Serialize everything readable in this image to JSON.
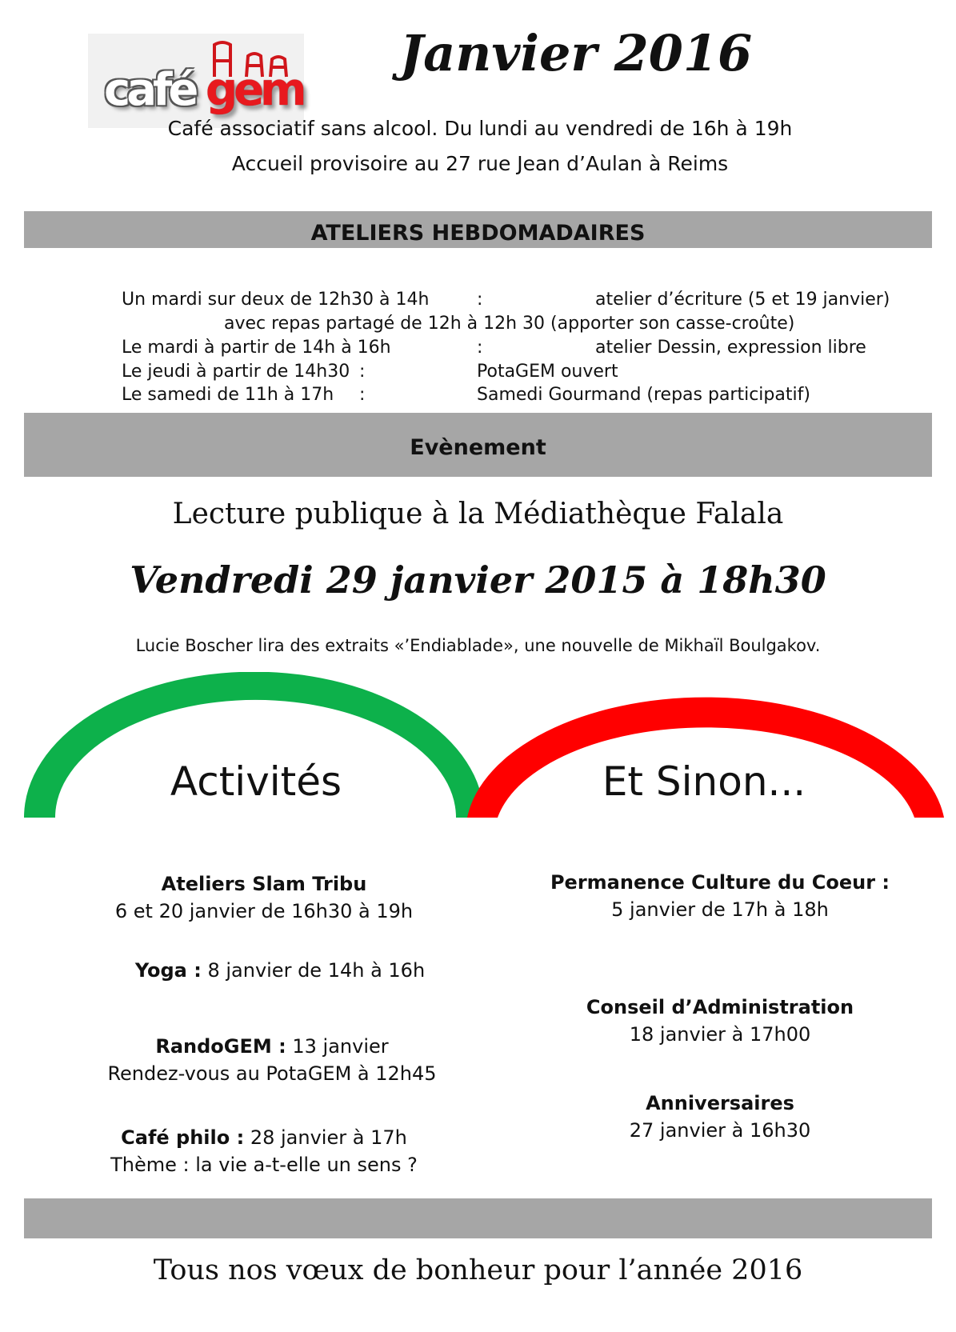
{
  "logo": {
    "cafe": "café",
    "gem": "gem"
  },
  "title": "Janvier 2016",
  "intro": {
    "line1": "Café associatif sans alcool. Du lundi au vendredi de 16h à 19h",
    "line2": "Accueil provisoire au 27 rue Jean d’Aulan à Reims"
  },
  "ateliers": {
    "heading": "ATELIERS HEBDOMADAIRES",
    "rows": [
      {
        "when": "Un mardi sur deux de 12h30 à 14h",
        "sep": ":",
        "what": "atelier d’écriture (5 et 19 janvier)"
      },
      {
        "sub": "avec repas partagé de 12h à 12h 30 (apporter son casse-croûte)"
      },
      {
        "when": "Le mardi à partir de 14h à 16h",
        "sep": ":",
        "what": "atelier Dessin, expression libre"
      },
      {
        "when": "Le jeudi à partir de 14h30",
        "sep": ":",
        "what": "PotaGEM ouvert"
      },
      {
        "when": "Le samedi de 11h à 17h",
        "sep": ":",
        "what": "Samedi Gourmand (repas participatif)"
      }
    ]
  },
  "evenement": {
    "heading": "Evènement",
    "lecture": "Lecture publique à la Médiathèque Falala",
    "date": "Vendredi 29 janvier 2015 à 18h30",
    "desc": "Lucie Boscher lira des extraits «’Endiablade», une nouvelle de Mikhaïl Boulgakov."
  },
  "arches": {
    "left_label": "Activités",
    "right_label": "Et Sinon...",
    "left_color": "#0db14b",
    "right_color": "#ff0000"
  },
  "activites": {
    "slam_title": "Ateliers Slam Tribu",
    "slam_date": "6 et 20 janvier de 16h30 à 19h",
    "yoga_label": "Yoga :",
    "yoga_date": "8 janvier de 14h à 16h",
    "rando_label": "RandoGEM :",
    "rando_date": "13 janvier",
    "rando_detail": "Rendez-vous au PotaGEM à 12h45",
    "philo_label": "Café philo :",
    "philo_date": "28 janvier à 17h",
    "philo_theme": "Thème : la vie a-t-elle un sens ?"
  },
  "sinon": {
    "perm_title": "Permanence Culture du Coeur :",
    "perm_date": "5 janvier de 17h à 18h",
    "ca_title": "Conseil d’Administration",
    "ca_date": "18 janvier à 17h00",
    "anniv_title": "Anniversaires",
    "anniv_date": "27 janvier à 16h30"
  },
  "footer": "Tous nos vœux de bonheur pour l’année 2016",
  "colors": {
    "band": "#a6a6a6",
    "brand_red": "#e8191e"
  }
}
